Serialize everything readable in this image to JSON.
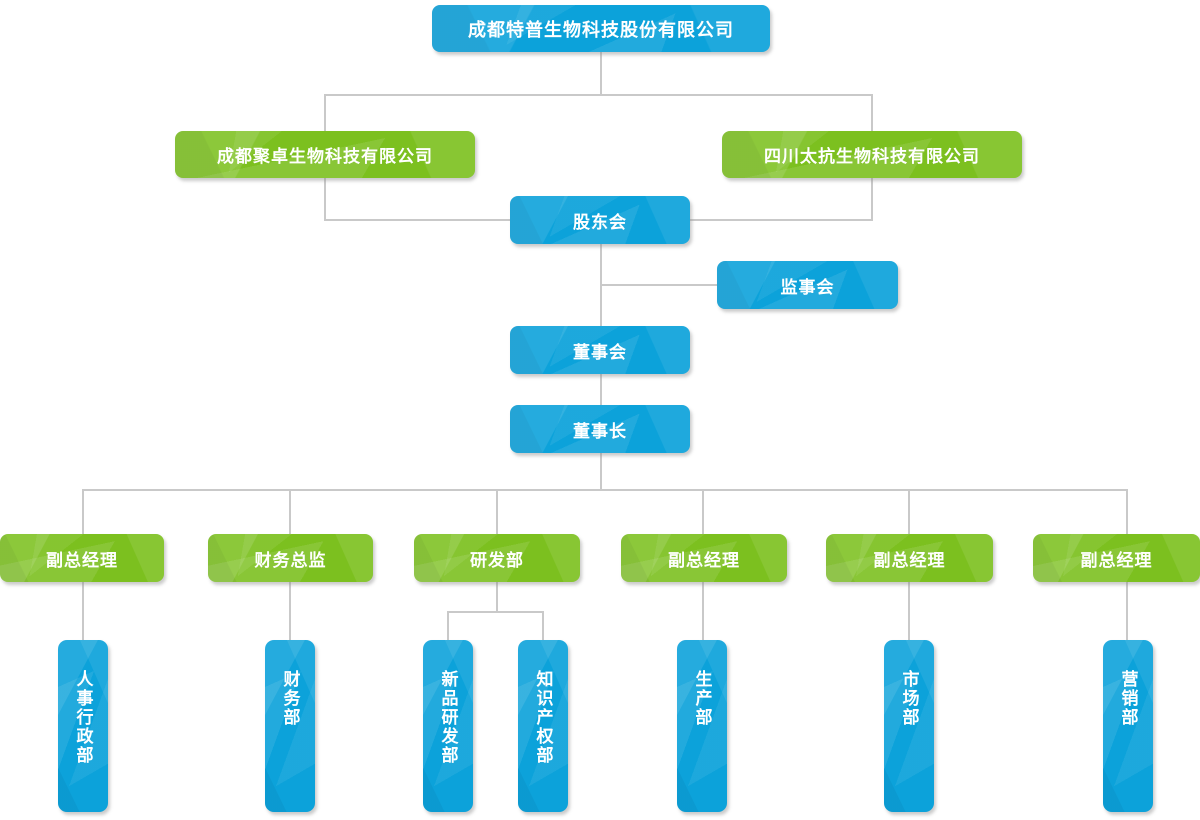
{
  "diagram": {
    "type": "org-chart",
    "colors": {
      "node_blue": "#0ca2da",
      "node_green": "#7cc01f",
      "connector_gray": "#c9c9c9",
      "text_white": "#ffffff"
    }
  },
  "nodes": {
    "root": {
      "label": "成都特普生物科技股份有限公司"
    },
    "subsidiary_left": {
      "label": "成都聚卓生物科技有限公司"
    },
    "subsidiary_right": {
      "label": "四川太抗生物科技有限公司"
    },
    "shareholders_meeting": {
      "label": "股东会"
    },
    "supervisory_board": {
      "label": "监事会"
    },
    "board_of_directors": {
      "label": "董事会"
    },
    "chairman": {
      "label": "董事长"
    },
    "managers": [
      {
        "label": "副总经理"
      },
      {
        "label": "财务总监"
      },
      {
        "label": "研发部"
      },
      {
        "label": "副总经理"
      },
      {
        "label": "副总经理"
      },
      {
        "label": "副总经理"
      }
    ],
    "departments": [
      {
        "label": "人事行政部"
      },
      {
        "label": "财务部"
      },
      {
        "label": "新品研发部"
      },
      {
        "label": "知识产权部"
      },
      {
        "label": "生产部"
      },
      {
        "label": "市场部"
      },
      {
        "label": "营销部"
      }
    ]
  }
}
